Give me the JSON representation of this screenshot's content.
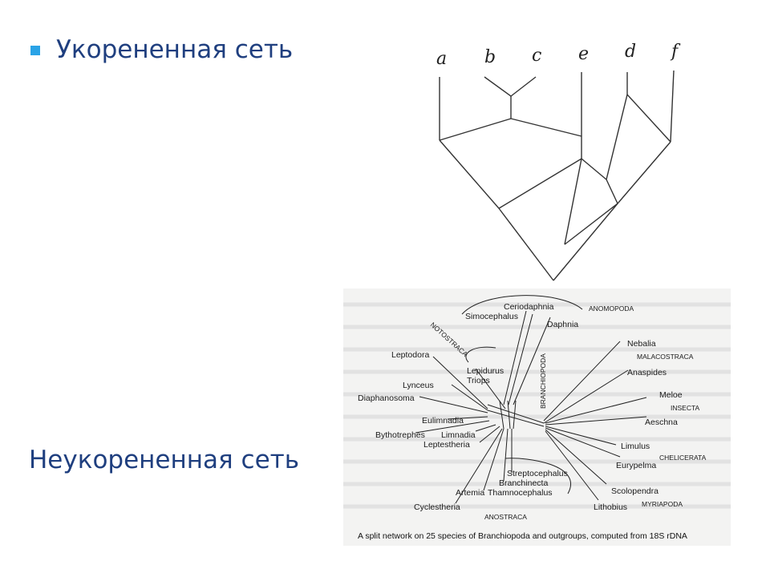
{
  "rooted": {
    "title": "Укорененная сеть",
    "leaves": [
      "a",
      "b",
      "c",
      "e",
      "d",
      "f"
    ]
  },
  "unrooted": {
    "title": "Неукорененная сеть",
    "species": [
      "Ceriodaphnia",
      "Simocephalus",
      "Daphnia",
      "Leptodora",
      "Lepidurus",
      "Triops",
      "Lynceus",
      "Diaphanosoma",
      "Eulimnadia",
      "Bythotrephes",
      "Limnadia",
      "Leptestheria",
      "Nebalia",
      "Anaspides",
      "Meloe",
      "Aeschna",
      "Limulus",
      "Eurypelma",
      "Scolopendra",
      "Lithobius",
      "Streptocephalus",
      "Branchinecta",
      "Thamnocephalus",
      "Artemia",
      "Cyclestheria"
    ],
    "groups": [
      "ANOMOPODA",
      "NOTOSTRACA",
      "BRANCHIOPODA",
      "MALACOSTRACA",
      "INSECTA",
      "CHELICERATA",
      "MYRIAPODA",
      "ANOSTRACA"
    ],
    "caption": "A split network on 25 species of Branchiopoda and outgroups, computed from 18S rDNA"
  }
}
